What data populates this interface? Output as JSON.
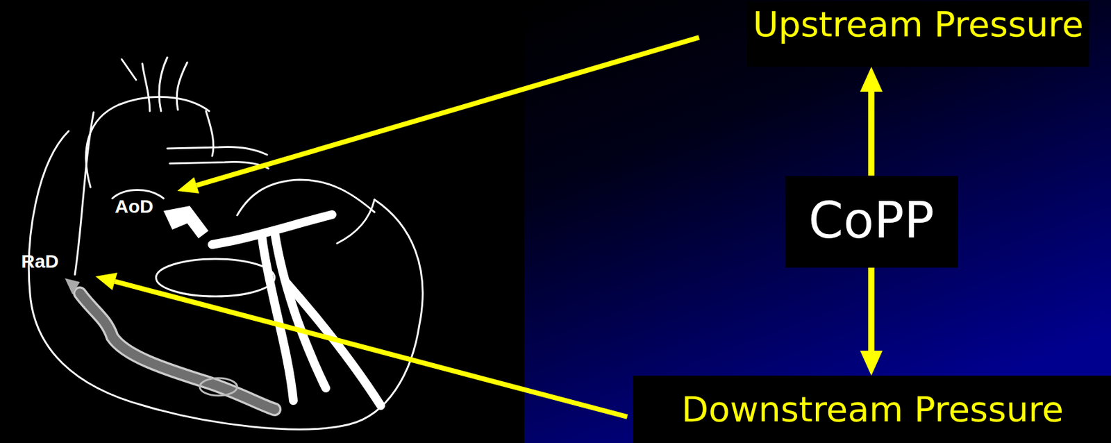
{
  "diagram": {
    "nodes": [
      {
        "text": [
          "Upstream Pressure"
        ]
      },
      {
        "text": [
          "CoPP"
        ]
      },
      {
        "text": [
          "Downstream Pressure"
        ]
      }
    ],
    "edges": [
      {
        "from": 1,
        "to": 0,
        "arrow": "to"
      },
      {
        "from": 1,
        "to": 2,
        "arrow": "to"
      }
    ],
    "labels": [
      "AoD",
      "RaD"
    ]
  }
}
